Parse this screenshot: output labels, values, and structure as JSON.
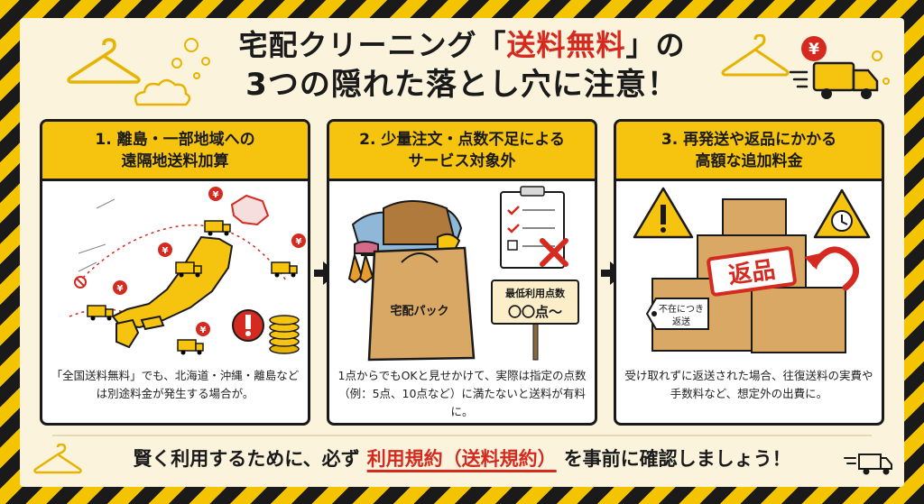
{
  "title": {
    "line1_prefix": "宅配クリーニング「",
    "line1_highlight": "送料無料",
    "line1_suffix": "」の",
    "line2": "3つの隠れた落とし穴に注意！"
  },
  "cards": [
    {
      "heading_line1": "1. 離島・一部地域への",
      "heading_line2": "遠隔地送料加算",
      "description": "「全国送料無料」でも、北海道・沖縄・離島などは別途料金が発生する場合が。",
      "yen_symbol": "¥"
    },
    {
      "heading_line1": "2. 少量注文・点数不足による",
      "heading_line2": "サービス対象外",
      "bag_label": "宅配パック",
      "sign_line1": "最低利用点数",
      "sign_line2": "〇〇点〜",
      "description": "1点からでもOKと見せかけて、実際は指定の点数（例：5点、10点など）に満たないと送料が有料に。"
    },
    {
      "heading_line1": "3. 再発送や返品にかかる",
      "heading_line2": "高額な追加料金",
      "stamp": "返品",
      "tag_line1": "不在につき",
      "tag_line2": "返送",
      "description": "受け取れずに返送された場合、往復送料の実費や手数料など、想定外の出費に。"
    }
  ],
  "footer": {
    "prefix": "賢く利用するために、必ず",
    "highlight": "利用規約（送料規約）",
    "suffix": "を事前に確認しましょう！"
  },
  "badge_symbol": "¥",
  "colors": {
    "accent_yellow": "#f6c40f",
    "warning_red": "#d42a1f",
    "ink": "#1a1a1a",
    "cardboard": "#d9a864"
  }
}
